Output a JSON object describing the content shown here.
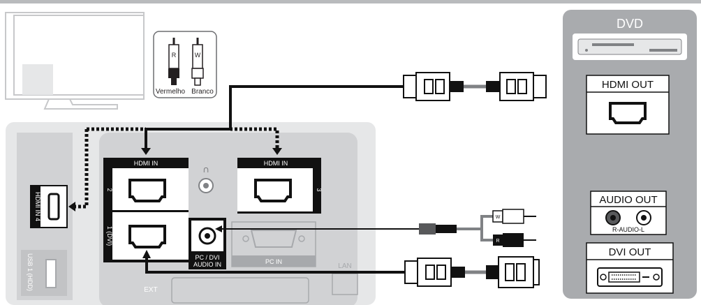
{
  "rca_labels": {
    "red_pin": "R",
    "white_pin": "W",
    "red_caption": "Vermelho",
    "white_caption": "Branco"
  },
  "tv_panel": {
    "hdmi_in_top_label": "HDMI IN",
    "hdmi_in_right_label": "HDMI IN",
    "port_2": "2",
    "port_3": "3",
    "port_1_dvi": "1 (DVI)",
    "side_hdmi_in_4": "HDMI IN 4",
    "usb_label": "USB 1 (HDD)",
    "pc_dvi_audio_in": [
      "PC / DVI",
      "AUDIO IN"
    ],
    "pc_in": "PC IN",
    "lan": "LAN",
    "ext": "EXT"
  },
  "dvd_panel": {
    "title": "DVD",
    "hdmi_out": "HDMI OUT",
    "audio_out": "AUDIO OUT",
    "audio_channels": "R-AUDIO-L",
    "dvi_out": "DVI OUT"
  },
  "colors": {
    "panel_gray": "#e6e7e8",
    "dvd_panel_gray": "#a9abae",
    "dark_panel": "#d1d2d4",
    "jack_black": "#111111",
    "rca_red": "#231f20",
    "rca_white": "#ffffff"
  }
}
